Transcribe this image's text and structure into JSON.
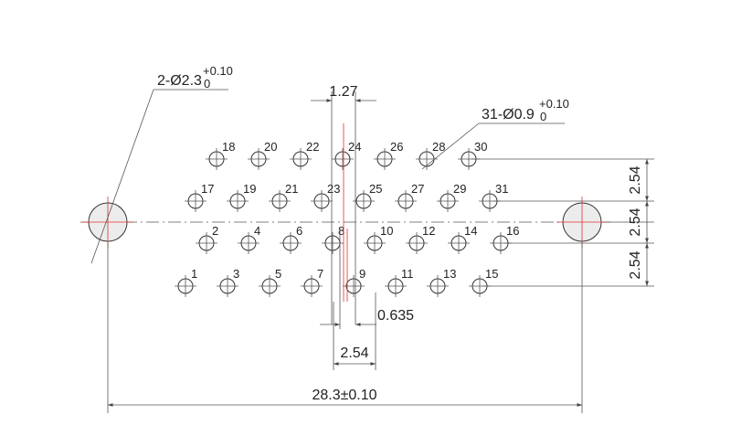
{
  "pins": [
    {
      "label": "1"
    },
    {
      "label": "2"
    },
    {
      "label": "3"
    },
    {
      "label": "4"
    },
    {
      "label": "5"
    },
    {
      "label": "6"
    },
    {
      "label": "7"
    },
    {
      "label": "8"
    },
    {
      "label": "9"
    },
    {
      "label": "10"
    },
    {
      "label": "11"
    },
    {
      "label": "12"
    },
    {
      "label": "13"
    },
    {
      "label": "14"
    },
    {
      "label": "15"
    },
    {
      "label": "16"
    },
    {
      "label": "17"
    },
    {
      "label": "18"
    },
    {
      "label": "19"
    },
    {
      "label": "20"
    },
    {
      "label": "21"
    },
    {
      "label": "22"
    },
    {
      "label": "23"
    },
    {
      "label": "24"
    },
    {
      "label": "25"
    },
    {
      "label": "26"
    },
    {
      "label": "27"
    },
    {
      "label": "28"
    },
    {
      "label": "29"
    },
    {
      "label": "30"
    },
    {
      "label": "31"
    }
  ],
  "callouts": {
    "mount_hole": {
      "prefix": "2-Ø2.3",
      "tol_upper": "+0.10",
      "tol_lower": "0"
    },
    "pin_holes": {
      "prefix": "31-Ø0.9",
      "tol_upper": "+0.10",
      "tol_lower": "0"
    }
  },
  "dimensions": {
    "top_pitch": "1.27",
    "row_pitch_1": "2.54",
    "row_pitch_2": "2.54",
    "row_pitch_3": "2.54",
    "offset": "0.635",
    "bottom_pitch": "2.54",
    "overall": "28.3±0.10"
  }
}
